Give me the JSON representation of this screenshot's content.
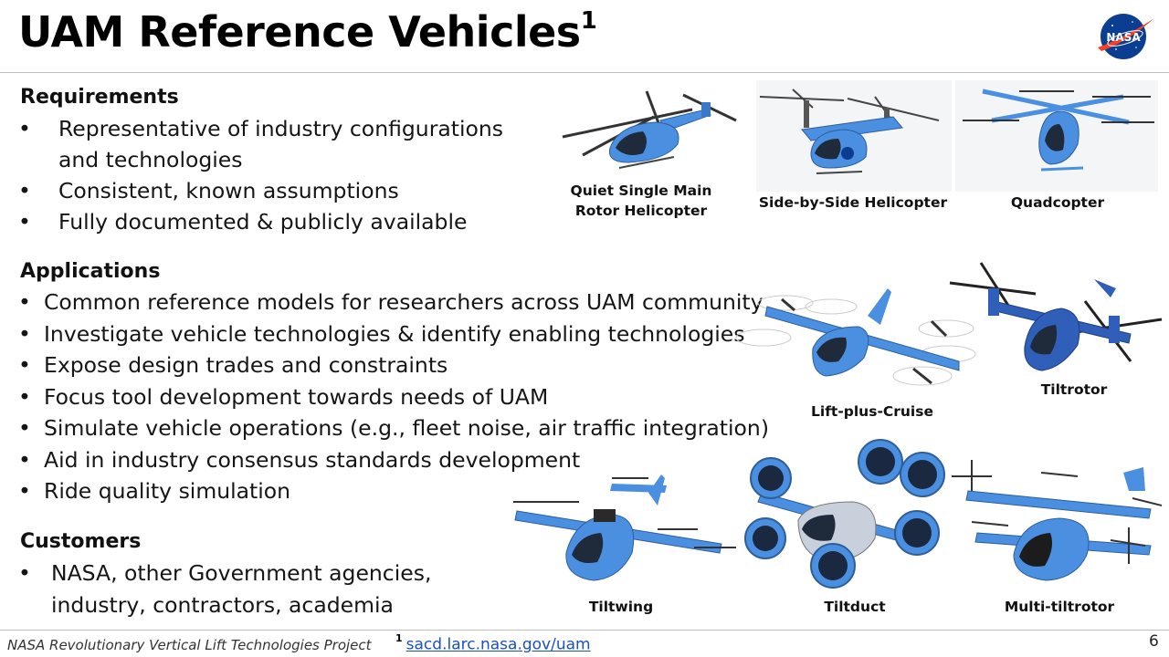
{
  "slide": {
    "title": "UAM Reference Vehicles",
    "title_superscript": "1",
    "logo_text": "NASA"
  },
  "requirements": {
    "heading": "Requirements",
    "items": [
      "Representative of industry configurations",
      "and technologies",
      "Consistent, known assumptions",
      "Fully documented & publicly available"
    ]
  },
  "applications": {
    "heading": "Applications",
    "items": [
      "Common reference models for researchers across UAM community",
      "Investigate vehicle technologies & identify enabling technologies",
      "Expose design trades and constraints",
      "Focus tool development towards needs of UAM",
      "Simulate vehicle operations (e.g., fleet noise, air traffic integration)",
      "Aid in industry consensus standards development",
      "Ride quality simulation"
    ]
  },
  "customers": {
    "heading": "Customers",
    "items": [
      "NASA, other Government agencies,",
      "industry, contractors, academia"
    ]
  },
  "bullet_symbol": "•",
  "vehicles": {
    "quiet_single_main_rotor": [
      "Quiet Single Main",
      "Rotor Helicopter"
    ],
    "side_by_side": "Side-by-Side Helicopter",
    "quadcopter": "Quadcopter",
    "lift_plus_cruise": "Lift-plus-Cruise",
    "tiltrotor": "Tiltrotor",
    "tiltwing": "Tiltwing",
    "tiltduct": "Tiltduct",
    "multi_tiltrotor": "Multi-tiltrotor"
  },
  "footer": {
    "project": "NASA Revolutionary Vertical Lift Technologies Project",
    "footnote_mark": "1",
    "footnote_link": "sacd.larc.nasa.gov/uam",
    "page_number": "6"
  },
  "colors": {
    "vehicle_blue": "#4a8fe0",
    "nasa_blue": "#0b3d91",
    "nasa_red": "#fc3d21",
    "link_blue": "#1b4fc4"
  }
}
